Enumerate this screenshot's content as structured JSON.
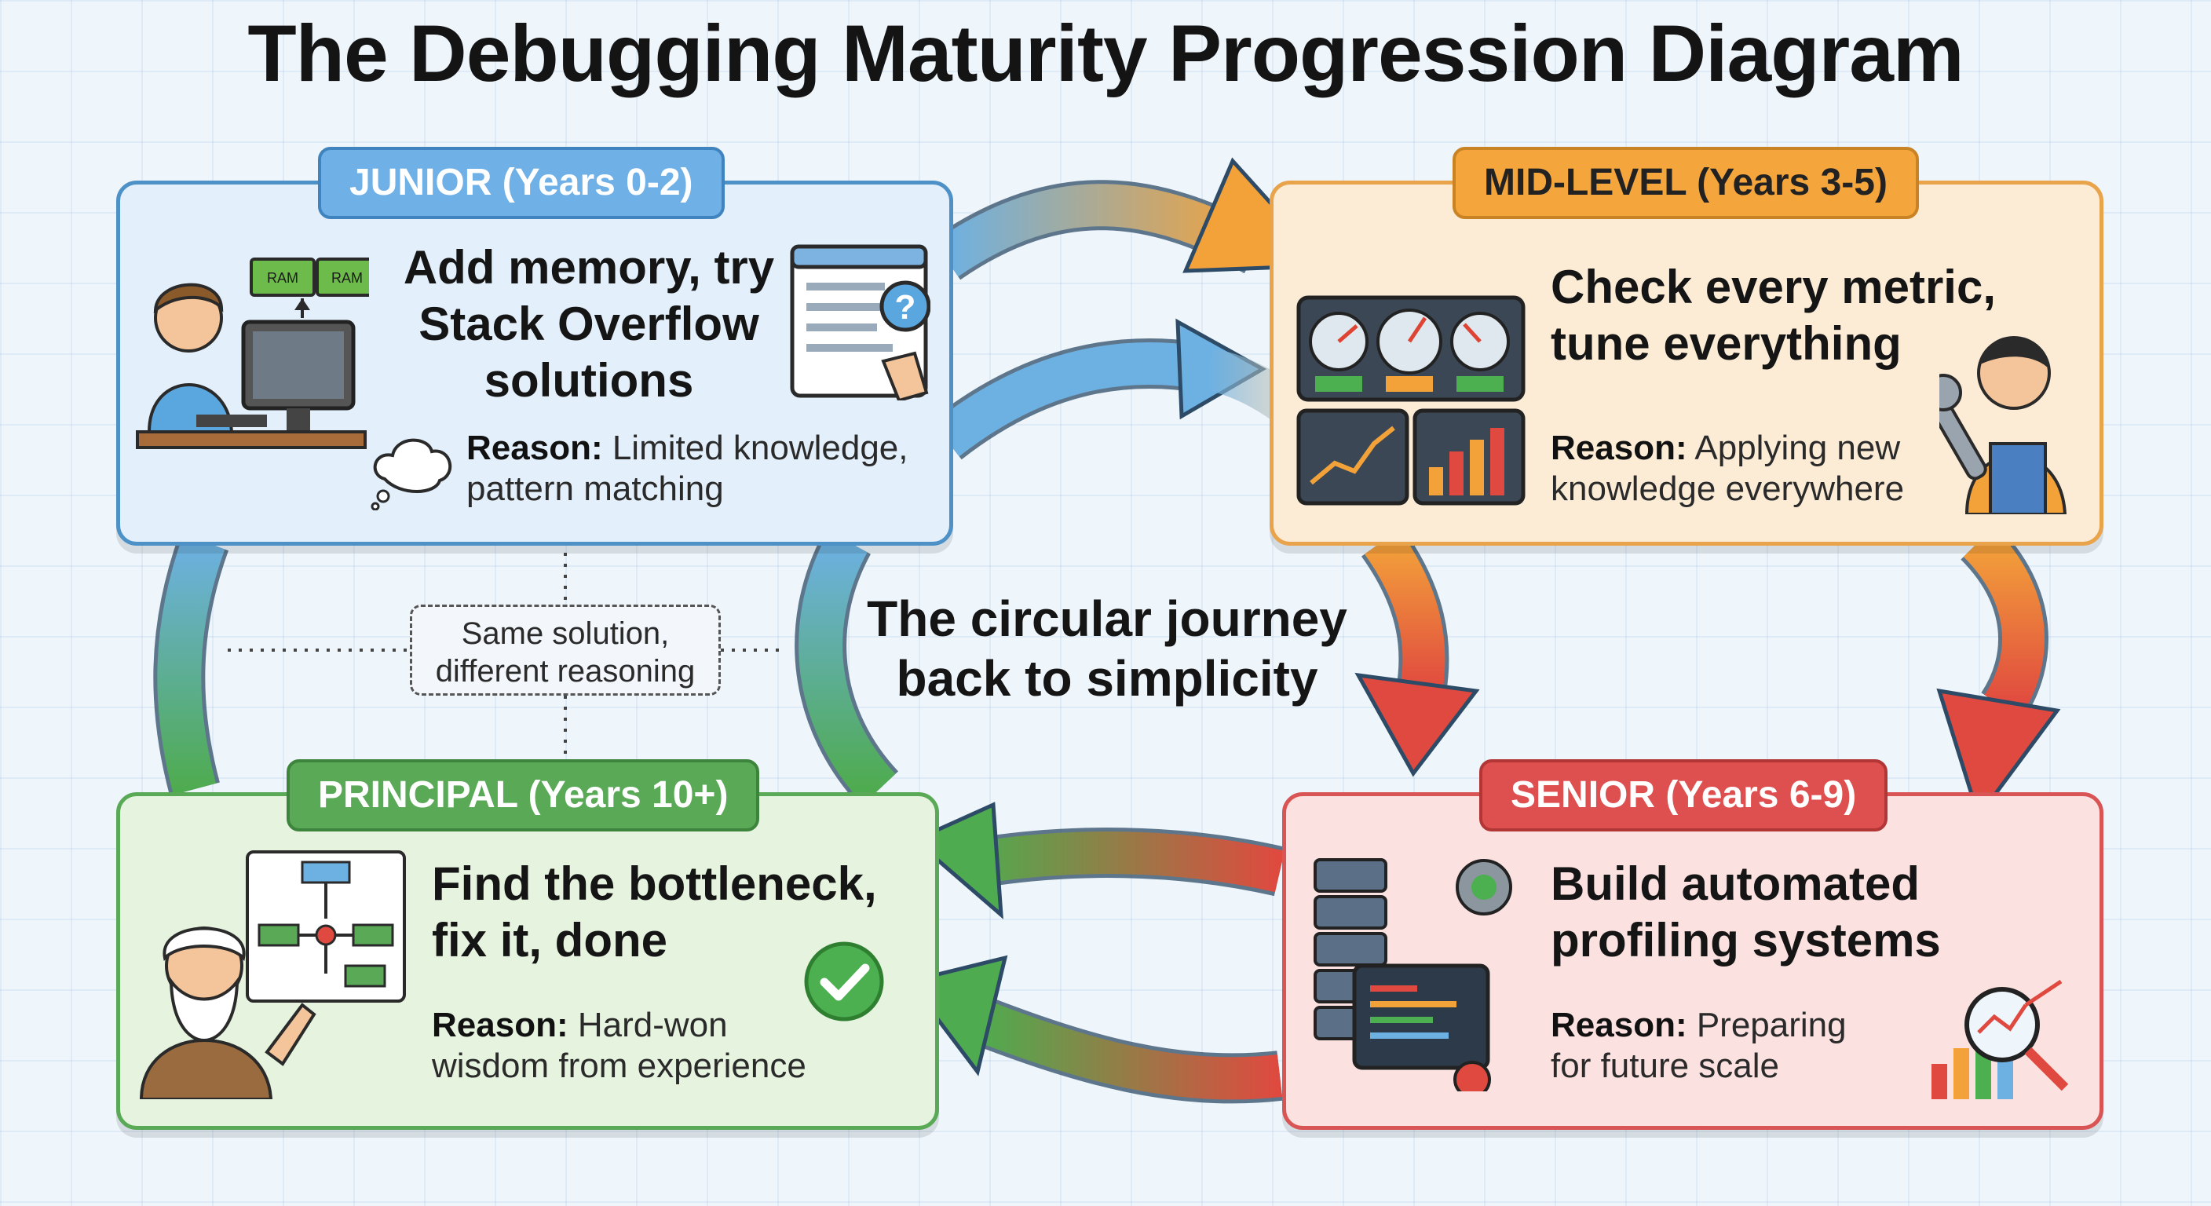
{
  "title": "The Debugging Maturity Progression Diagram",
  "center_caption": [
    "The circular journey",
    "back to simplicity"
  ],
  "comparison_note": [
    "Same solution,",
    "different reasoning"
  ],
  "stages": {
    "junior": {
      "label": "JUNIOR (Years 0-2)",
      "headline": [
        "Add memory, try",
        "Stack Overflow",
        "solutions"
      ],
      "reason_label": "Reason:",
      "reason_text": [
        " Limited knowledge,",
        "pattern matching"
      ],
      "ram_label": "RAM",
      "color": "#4e91c7"
    },
    "mid": {
      "label": "MID-LEVEL (Years 3-5)",
      "headline": [
        "Check every metric,",
        "tune everything"
      ],
      "reason_label": "Reason:",
      "reason_text": [
        " Applying new",
        "knowledge everywhere"
      ],
      "color": "#e8a34b"
    },
    "senior": {
      "label": "SENIOR (Years 6-9)",
      "headline": [
        "Build automated",
        "profiling systems"
      ],
      "reason_label": "Reason:",
      "reason_text": [
        " Preparing",
        "for future scale"
      ],
      "color": "#d95454"
    },
    "principal": {
      "label": "PRINCIPAL (Years 10+)",
      "headline": [
        "Find the bottleneck,",
        "fix it, done"
      ],
      "reason_label": "Reason:",
      "reason_text": [
        " Hard-won",
        "wisdom from experience"
      ],
      "color": "#5aa957"
    }
  }
}
